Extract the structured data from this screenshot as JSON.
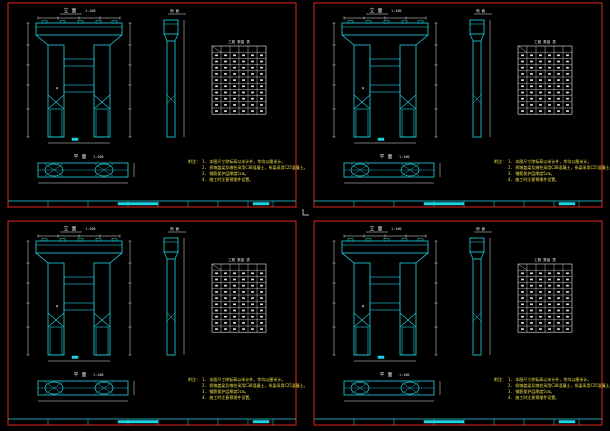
{
  "canvas": {
    "background": "#000000"
  },
  "colors": {
    "frame": "#e0241c",
    "drawing": "#1fd6e6",
    "dimension": "#e8e8e8",
    "notes": "#f2e24a",
    "title_block": "#1fd6e6"
  },
  "sheets": [
    {
      "id": "sheet-top-left"
    },
    {
      "id": "sheet-top-right"
    },
    {
      "id": "sheet-bottom-left"
    },
    {
      "id": "sheet-bottom-right"
    }
  ],
  "views": {
    "front_label": "立 面",
    "side_label": "侧 面",
    "plan_label": "平 面",
    "scale": "1:100",
    "dim_mark": "φ"
  },
  "table": {
    "title": "工程 数量 表",
    "rows": 11,
    "cols": 6
  },
  "notes": {
    "title": "附注：",
    "lines": [
      "1. 本图尺寸除标高以米计外，余均以厘米计。",
      "2. 桥墩盖梁及墩柱采用C30混凝土，系梁采用C25混凝土。",
      "3. 钢筋保护层厚度5cm。",
      "4. 施工时注意预埋件设置。"
    ]
  }
}
